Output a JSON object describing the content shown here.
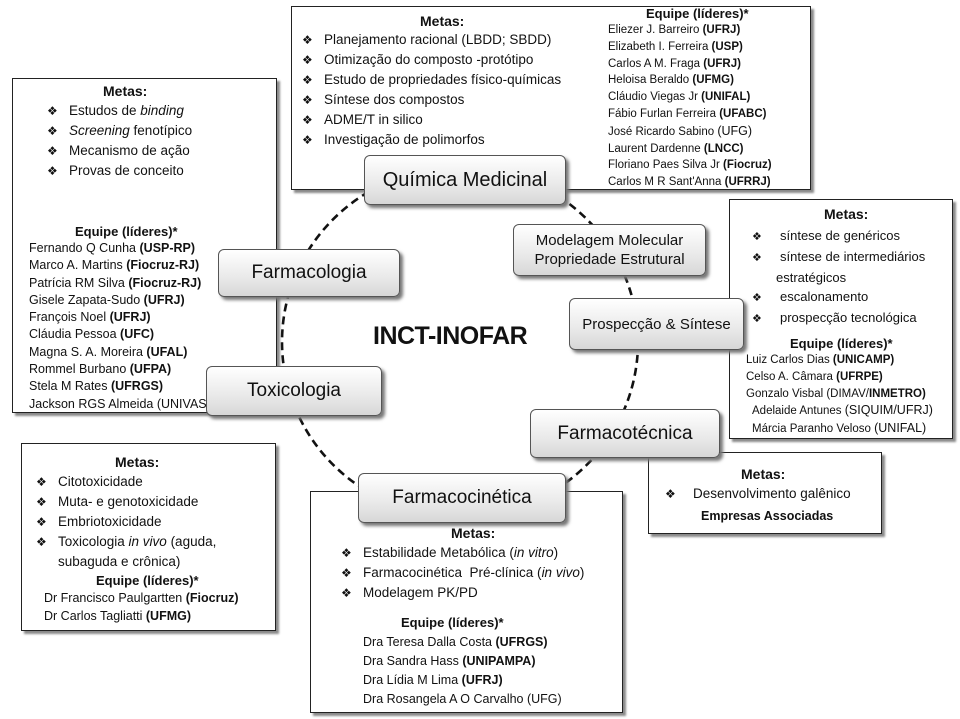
{
  "center_title": "INCT-INOFAR",
  "nodes": {
    "quimica": "Química Medicinal",
    "farmacologia": "Farmacologia",
    "toxicologia": "Toxicologia",
    "farmacocinetica": "Farmacocinética",
    "farmacotecnica": "Farmacotécnica",
    "modelagem_line1": "Modelagem Molecular",
    "modelagem_line2": "Propriedade Estrutural",
    "prospeccao": "Prospecção & Síntese"
  },
  "quimica_panel": {
    "metas_title": "Metas:",
    "metas": [
      "Planejamento racional (LBDD; SBDD)",
      "Otimização  do composto -protótipo",
      "Estudo de propriedades físico-químicas",
      "Síntese dos compostos",
      "ADME/T in silico",
      "Investigação de polimorfos"
    ],
    "equipe_title": "Equipe (líderes)*",
    "leaders": [
      {
        "name": "Eliezer J. Barreiro ",
        "org": "(UFRJ)"
      },
      {
        "name": "Elizabeth I. Ferreira ",
        "org": "(USP)"
      },
      {
        "name": "Carlos A M. Fraga ",
        "org": "(UFRJ)"
      },
      {
        "name": "Heloisa Beraldo ",
        "org": "(UFMG)"
      },
      {
        "name": "Cláudio Viegas Jr ",
        "org": "(UNIFAL)"
      },
      {
        "name": "Fábio Furlan Ferreira  ",
        "org": "(UFABC)"
      },
      {
        "name": "José Ricardo Sabino ",
        "org": "(UFG)"
      },
      {
        "name": "Laurent Dardenne ",
        "org": "(LNCC)"
      },
      {
        "name": "Floriano Paes Silva Jr ",
        "org": "(Fiocruz)"
      },
      {
        "name": "Carlos M R Sant'Anna ",
        "org": "(UFRRJ)"
      }
    ]
  },
  "farmacologia_panel": {
    "metas_title": "Metas:",
    "metas": [
      "Estudos de binding",
      "Screening fenotípico",
      "Mecanismo de ação",
      "Provas de conceito"
    ],
    "equipe_title": "Equipe (líderes)*",
    "leaders": [
      {
        "name": "Fernando Q Cunha ",
        "org": "(USP-RP)"
      },
      {
        "name": "Marco A. Martins ",
        "org": "(Fiocruz-RJ)"
      },
      {
        "name": "Patrícia RM Silva ",
        "org": "(Fiocruz-RJ)"
      },
      {
        "name": "Gisele Zapata-Sudo ",
        "org": "(UFRJ)"
      },
      {
        "name": "François Noel ",
        "org": "(UFRJ)"
      },
      {
        "name": "Cláudia Pessoa ",
        "org": "(UFC)"
      },
      {
        "name": "Magna S. A. Moreira ",
        "org": "(UFAL)"
      },
      {
        "name": "Rommel  Burbano ",
        "org": "(UFPA)"
      },
      {
        "name": "Stela M Rates ",
        "org": "(UFRGS)"
      },
      {
        "name": "Jackson RGS Almeida ",
        "org": "(UNIVASF)"
      }
    ]
  },
  "prospeccao_panel": {
    "metas_title": "Metas:",
    "metas": [
      "síntese de genéricos",
      "síntese de intermediários",
      "estratégicos",
      "escalonamento",
      "prospecção tecnológica"
    ],
    "equipe_title": "Equipe (líderes)*",
    "leaders": [
      {
        "name": "Luiz Carlos Dias ",
        "org": "(UNICAMP)"
      },
      {
        "name": "Celso  A. Câmara ",
        "org": "(UFRPE)"
      },
      {
        "name": "Gonzalo Visbal (DIMAV/",
        "org": "INMETRO)"
      },
      {
        "name": "Adelaide Antunes ",
        "org": "(SIQUIM/UFRJ)"
      },
      {
        "name": "Márcia Paranho Veloso ",
        "org": "(UNIFAL)"
      }
    ]
  },
  "toxicologia_panel": {
    "metas_title": "Metas:",
    "metas": [
      "Citotoxicidade",
      "Muta- e genotoxicidade",
      "Embriotoxicidade",
      "Toxicologia in vivo (aguda,",
      "subaguda e crônica)"
    ],
    "equipe_title": "Equipe (líderes)*",
    "leaders": [
      {
        "name": "Dr Francisco Paulgartten ",
        "org": "(Fiocruz)"
      },
      {
        "name": "Dr Carlos Tagliatti ",
        "org": "(UFMG)"
      }
    ]
  },
  "farmacotecnica_panel": {
    "metas_title": "Metas:",
    "metas": [
      "Desenvolvimento galênico"
    ],
    "empresas": "Empresas Associadas"
  },
  "farmacocinetica_panel": {
    "metas_title": "Metas:",
    "metas": [
      "Estabilidade Metabólica (in vitro)",
      "Farmacocinética  Pré-clínica (in vivo)",
      "Modelagem PK/PD"
    ],
    "equipe_title": "Equipe (líderes)*",
    "leaders": [
      {
        "name": "Dra Teresa Dalla Costa ",
        "org": "(UFRGS)"
      },
      {
        "name": "Dra Sandra Hass ",
        "org": "(UNIPAMPA)"
      },
      {
        "name": "Dra Lídia M Lima ",
        "org": "(UFRJ)"
      },
      {
        "name": "Dra Rosangela A O Carvalho ",
        "org": "(UFG)"
      }
    ]
  },
  "bullet_glyph": "❖"
}
